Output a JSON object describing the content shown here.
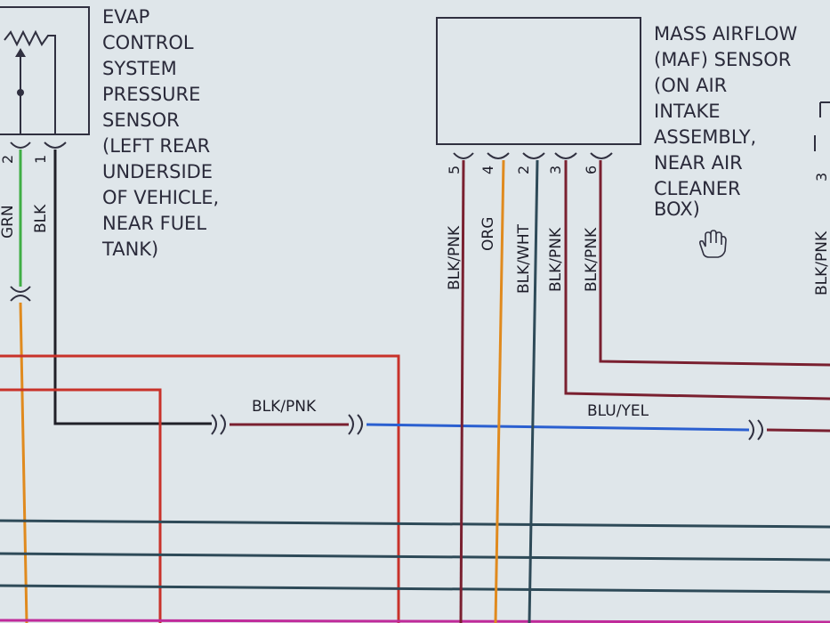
{
  "evap_sensor": {
    "lines": [
      "EVAP",
      "CONTROL",
      "SYSTEM",
      "PRESSURE",
      "SENSOR",
      "(LEFT REAR",
      "UNDERSIDE",
      "OF VEHICLE,",
      "NEAR FUEL",
      "TANK)"
    ],
    "pins": [
      "2",
      "1"
    ],
    "wires": [
      "GRN",
      "BLK"
    ]
  },
  "maf_sensor": {
    "lines": [
      "MASS AIRFLOW",
      "(MAF) SENSOR",
      "(ON AIR",
      "INTAKE",
      "ASSEMBLY,",
      "NEAR AIR",
      "CLEANER",
      "BOX)"
    ],
    "pins": [
      "5",
      "4",
      "2",
      "3",
      "6"
    ],
    "wires": [
      "BLK/PNK",
      "ORG",
      "BLK/WHT",
      "BLK/PNK",
      "BLK/PNK"
    ]
  },
  "splice_labels": {
    "blk_pnk": "BLK/PNK",
    "blu_yel": "BLU/YEL"
  },
  "right_edge": {
    "pin": "3",
    "wire": "BLK/PNK"
  },
  "colors": {
    "red": "#c8322a",
    "orange": "#e08a1e",
    "green": "#3fae45",
    "black": "#202028",
    "blue": "#2a5fd0",
    "dark_teal": "#2e4a58",
    "dark_red": "#7a2030",
    "magenta": "#c02a9a"
  }
}
